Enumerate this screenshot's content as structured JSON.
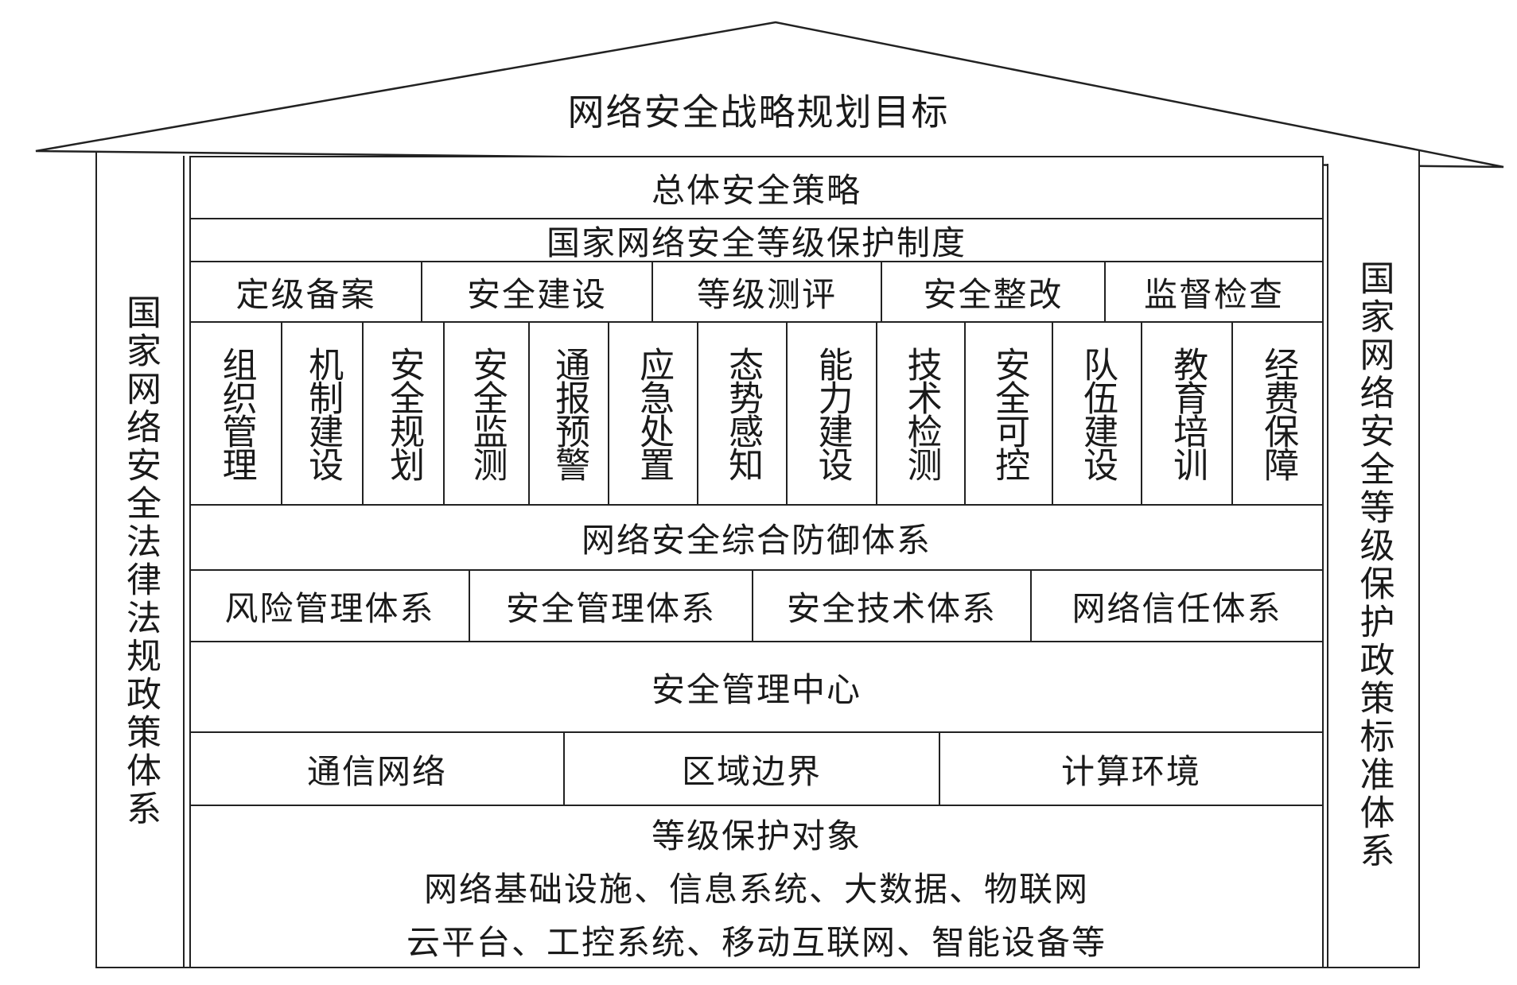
{
  "roof": {
    "title": "网络安全战略规划目标"
  },
  "left_pillar": {
    "label": "国家网络安全法律法规政策体系"
  },
  "right_pillar": {
    "label": "国家网络安全等级保护政策标准体系"
  },
  "strategy": {
    "label": "总体安全策略"
  },
  "mlps": {
    "label": "国家网络安全等级保护制度"
  },
  "process_steps": [
    "定级备案",
    "安全建设",
    "等级测评",
    "安全整改",
    "监督检查"
  ],
  "measures": [
    "组织管理",
    "机制建设",
    "安全规划",
    "安全监测",
    "通报预警",
    "应急处置",
    "态势感知",
    "能力建设",
    "技术检测",
    "安全可控",
    "队伍建设",
    "教育培训",
    "经费保障"
  ],
  "defense": {
    "label": "网络安全综合防御体系"
  },
  "defense_systems": [
    "风险管理体系",
    "安全管理体系",
    "安全技术体系",
    "网络信任体系"
  ],
  "management_center": {
    "label": "安全管理中心"
  },
  "infrastructure": [
    "通信网络",
    "区域边界",
    "计算环境"
  ],
  "objects": {
    "title": "等级保护对象",
    "line1": "网络基础设施、信息系统、大数据、物联网",
    "line2": "云平台、工控系统、移动互联网、智能设备等"
  }
}
